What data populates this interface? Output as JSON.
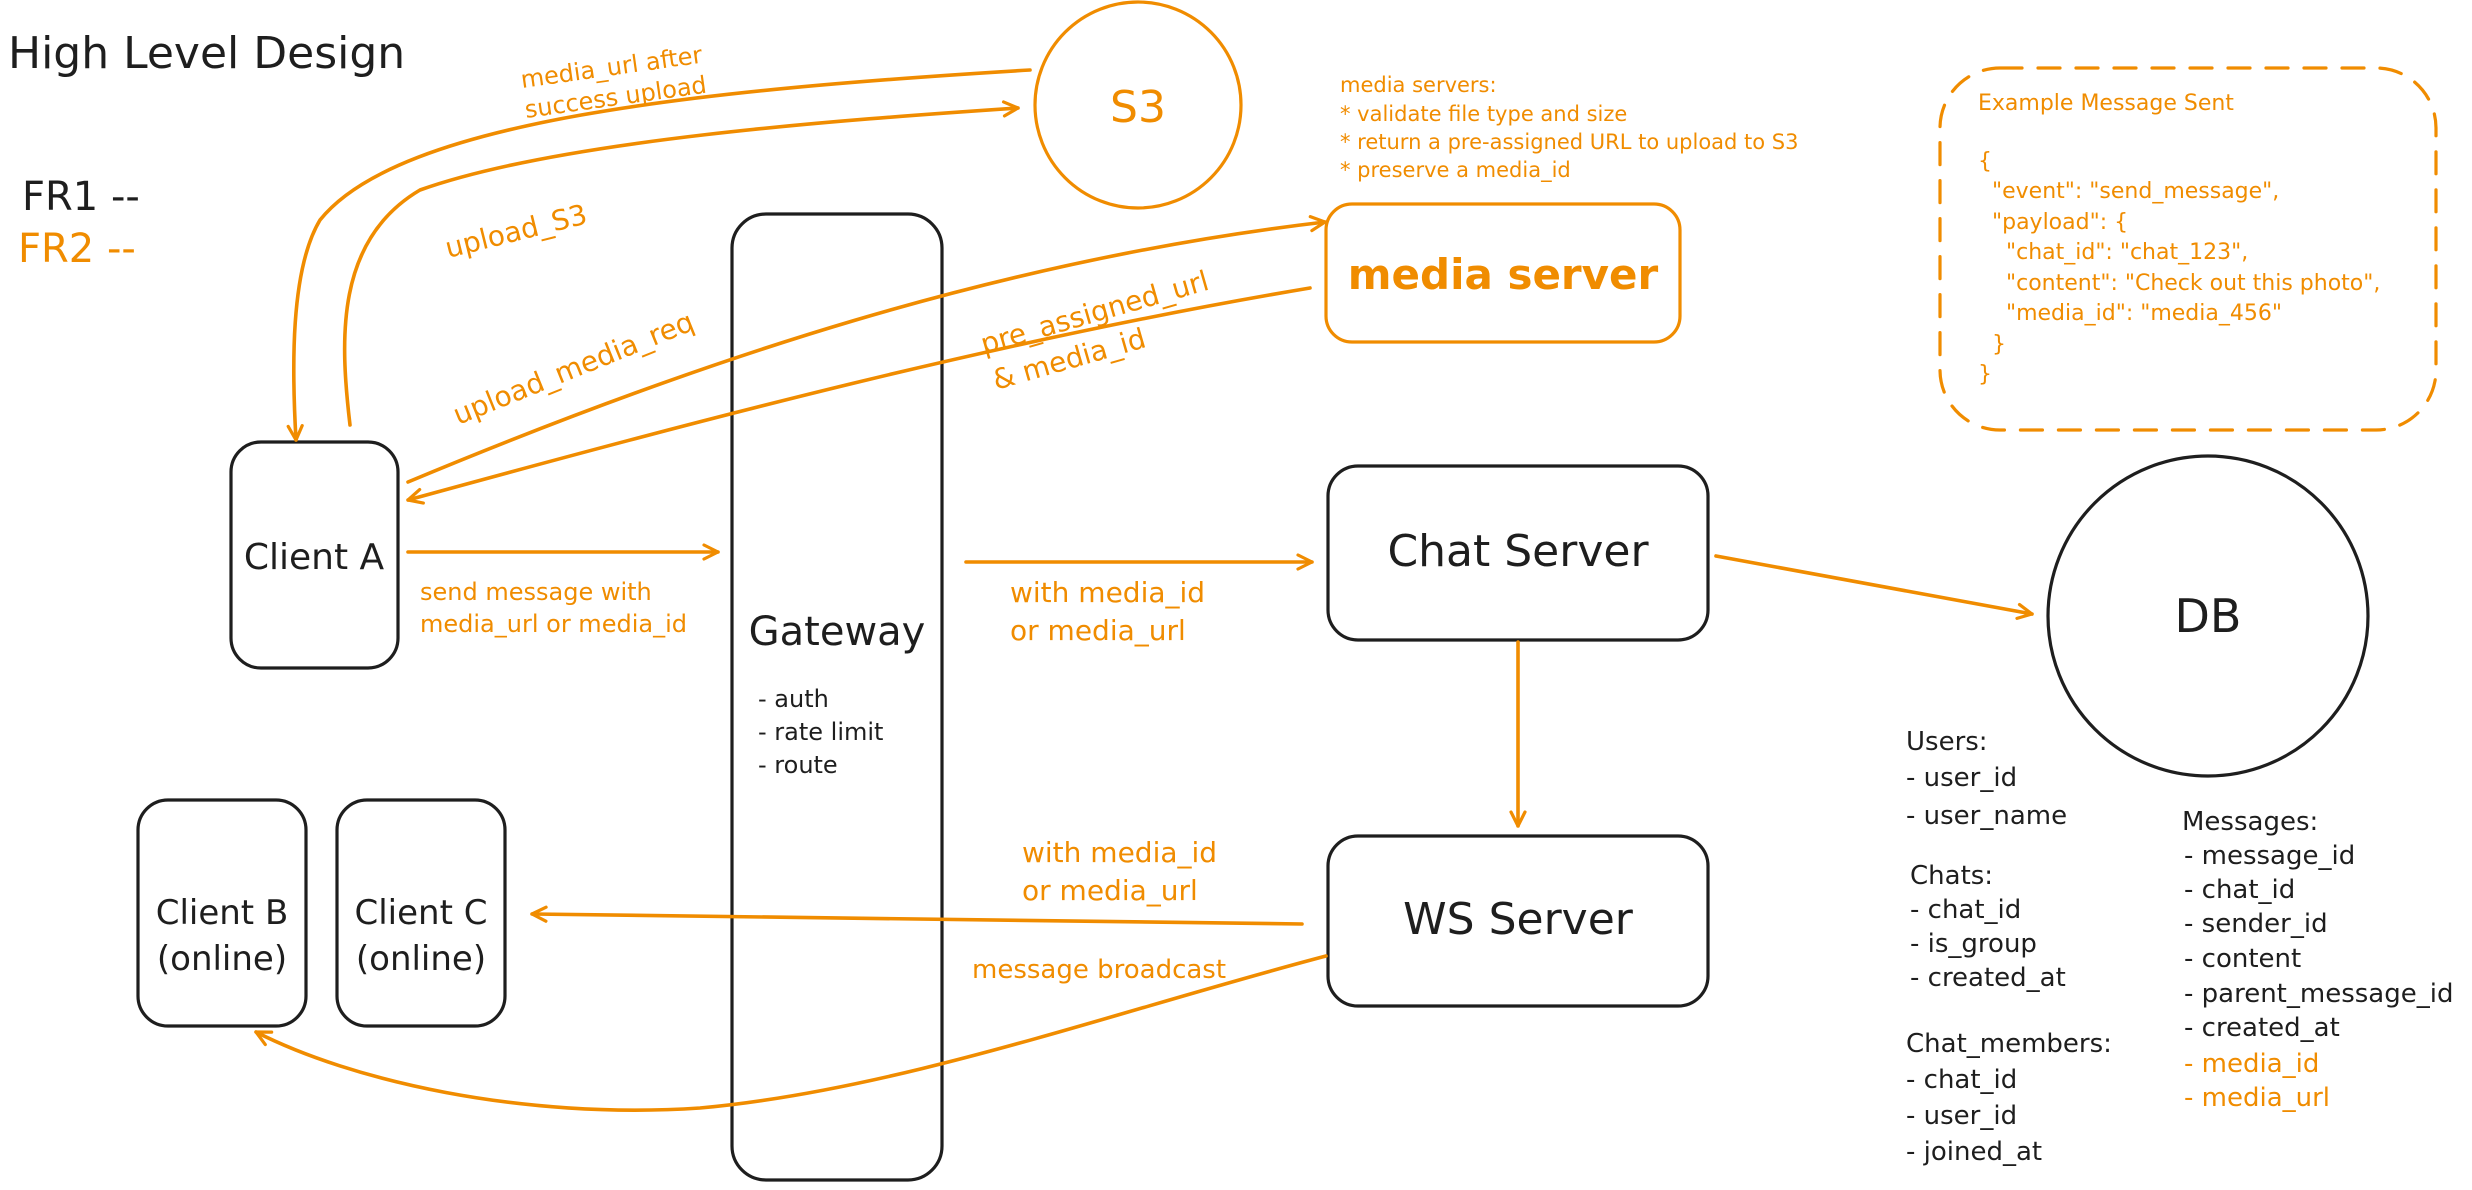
{
  "page": {
    "title": "High Level Design",
    "legend": [
      "FR1 --",
      "FR2 --"
    ]
  },
  "nodes": {
    "s3": "S3",
    "media_server": "media server",
    "client_a": "Client A",
    "gateway": {
      "label": "Gateway",
      "notes": [
        "- auth",
        "- rate limit",
        "- route"
      ]
    },
    "chat_server": "Chat Server",
    "db": "DB",
    "ws_server": "WS Server",
    "client_b": [
      "Client B",
      "(online)"
    ],
    "client_c": [
      "Client C",
      "(online)"
    ]
  },
  "notes": {
    "media_servers": [
      "media servers:",
      "* validate file type and size",
      "* return a pre-assigned URL to upload to S3",
      "* preserve a media_id"
    ],
    "example_message": {
      "title": "Example Message Sent",
      "lines": [
        "{",
        "  \"event\": \"send_message\",",
        "  \"payload\": {",
        "    \"chat_id\": \"chat_123\",",
        "    \"content\": \"Check out this photo\",",
        "    \"media_id\": \"media_456\"",
        "  }",
        "}"
      ]
    }
  },
  "edges": {
    "media_url_after": [
      "media_url after",
      "success upload"
    ],
    "upload_s3": "upload_S3",
    "upload_media_req": "upload_media_req",
    "pre_assigned_url": [
      "pre_assigned_url",
      "& media_id"
    ],
    "send_message": [
      "send message with",
      "media_url or media_id"
    ],
    "with_media_id_1": [
      "with media_id",
      "or media_url"
    ],
    "with_media_id_2": [
      "with media_id",
      "or media_url"
    ],
    "message_broadcast": "message broadcast"
  },
  "schema": {
    "users": {
      "title": "Users:",
      "fields": [
        "- user_id",
        "- user_name"
      ]
    },
    "chats": {
      "title": "Chats:",
      "fields": [
        "- chat_id",
        "- is_group",
        "- created_at"
      ]
    },
    "chat_members": {
      "title": "Chat_members:",
      "fields": [
        "- chat_id",
        "- user_id",
        "- joined_at"
      ]
    },
    "messages": {
      "title": "Messages:",
      "fields": [
        "- message_id",
        "- chat_id",
        "- sender_id",
        "- content",
        "- parent_message_id",
        "- created_at"
      ],
      "new_fields": [
        "- media_id",
        "- media_url"
      ]
    }
  },
  "colors": {
    "ink": "#1e1e1e",
    "accent": "#f08c00"
  }
}
